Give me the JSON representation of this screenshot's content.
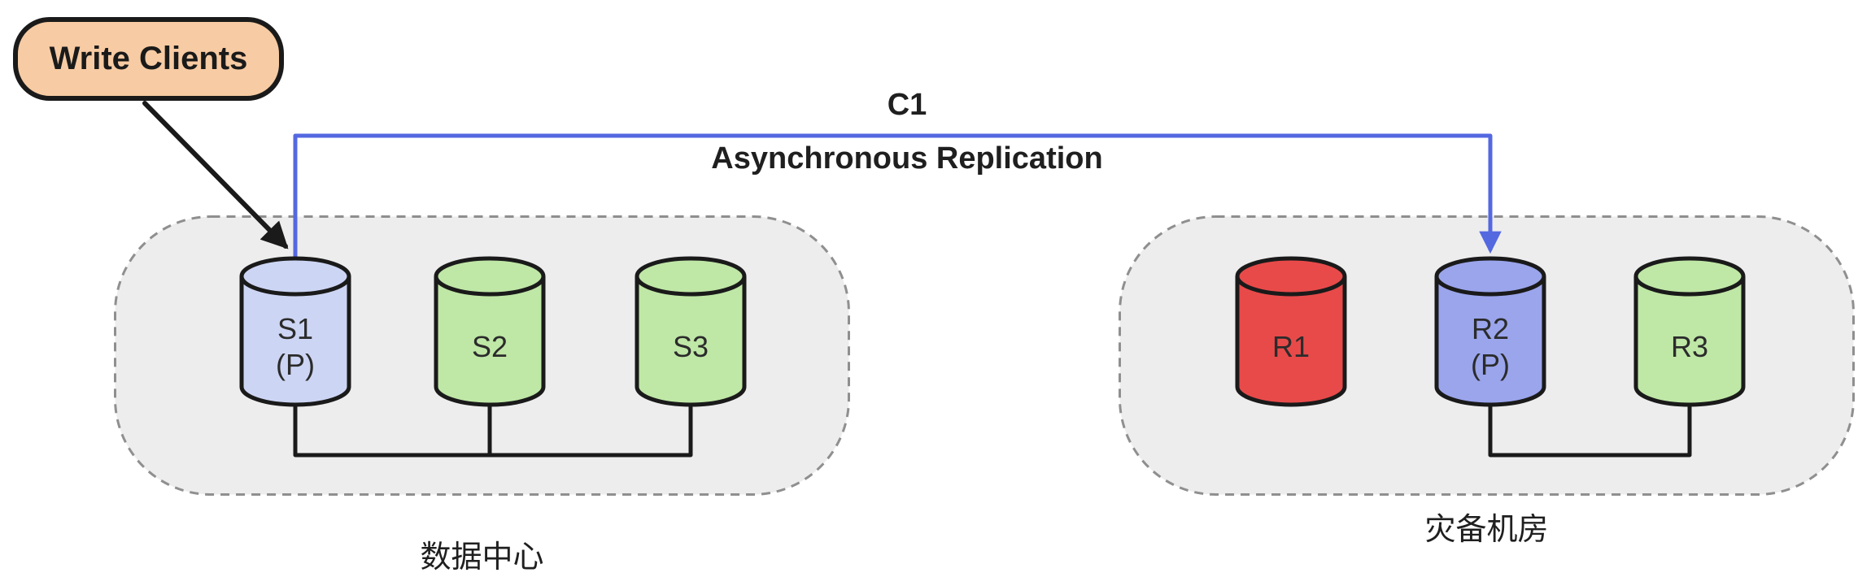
{
  "diagram": {
    "client": {
      "label": "Write Clients",
      "color": "#f7cba3"
    },
    "replication_link": {
      "id": "C1",
      "label": "Asynchronous Replication",
      "color": "#5468e0"
    },
    "datacenter": {
      "label": "数据中心",
      "fill": "#ededed",
      "border_color": "#8f8f8f",
      "nodes": [
        {
          "id": "S1",
          "role": "(P)",
          "color": "#ccd5f3"
        },
        {
          "id": "S2",
          "role": "",
          "color": "#bfe7a6"
        },
        {
          "id": "S3",
          "role": "",
          "color": "#bfe7a6"
        }
      ]
    },
    "dr_room": {
      "label": "灾备机房",
      "fill": "#ededed",
      "border_color": "#8f8f8f",
      "nodes": [
        {
          "id": "R1",
          "role": "",
          "color": "#e84a4a"
        },
        {
          "id": "R2",
          "role": "(P)",
          "color": "#9aa5ec"
        },
        {
          "id": "R3",
          "role": "",
          "color": "#bfe7a6"
        }
      ]
    }
  }
}
